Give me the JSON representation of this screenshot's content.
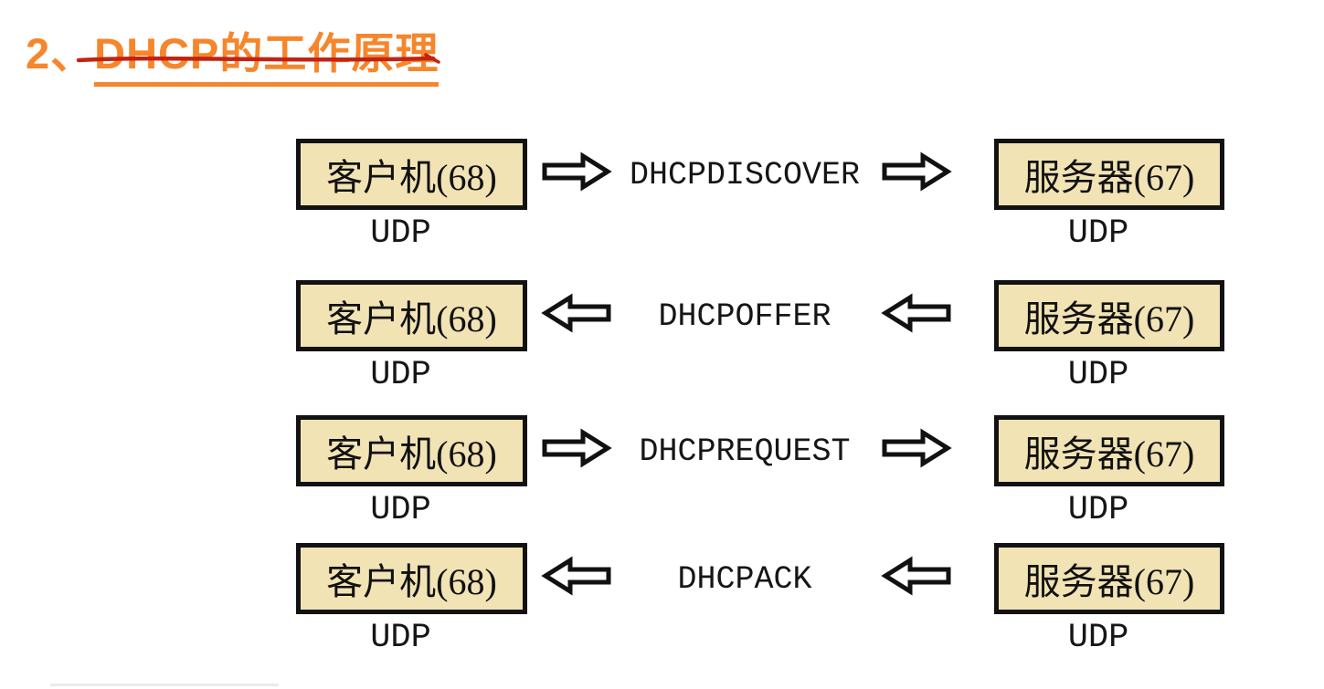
{
  "title": {
    "prefix": "2、",
    "text": "DHCP的工作原理"
  },
  "colors": {
    "title_orange": "#f6862c",
    "annotation_red": "#c32310",
    "box_fill": "#f1e3b4",
    "box_border": "#121212",
    "text_black": "#161616",
    "background": "#ffffff"
  },
  "diagram": {
    "client_label": "客户机(68)",
    "server_label": "服务器(67)",
    "udp_label": "UDP",
    "rows": [
      {
        "message": "DHCPDISCOVER",
        "direction": "right"
      },
      {
        "message": "DHCPOFFER",
        "direction": "left"
      },
      {
        "message": "DHCPREQUEST",
        "direction": "right"
      },
      {
        "message": "DHCPACK",
        "direction": "left"
      }
    ]
  }
}
